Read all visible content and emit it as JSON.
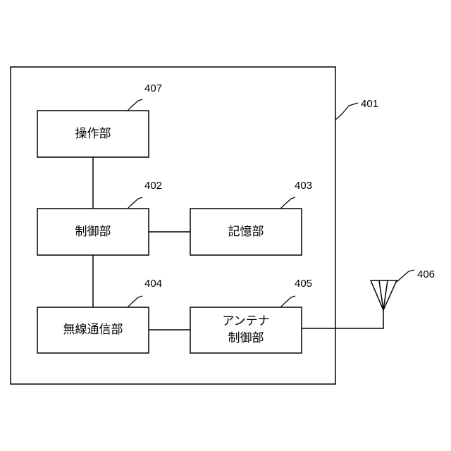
{
  "diagram": {
    "device_ref": "401",
    "antenna_ref": "406",
    "blocks": {
      "operation": {
        "ref": "407",
        "label": "操作部"
      },
      "control": {
        "ref": "402",
        "label": "制御部"
      },
      "storage": {
        "ref": "403",
        "label": "記憶部"
      },
      "wireless": {
        "ref": "404",
        "label": "無線通信部"
      },
      "antenna_control": {
        "ref": "405",
        "label_line1": "アンテナ",
        "label_line2": "制御部"
      }
    }
  }
}
